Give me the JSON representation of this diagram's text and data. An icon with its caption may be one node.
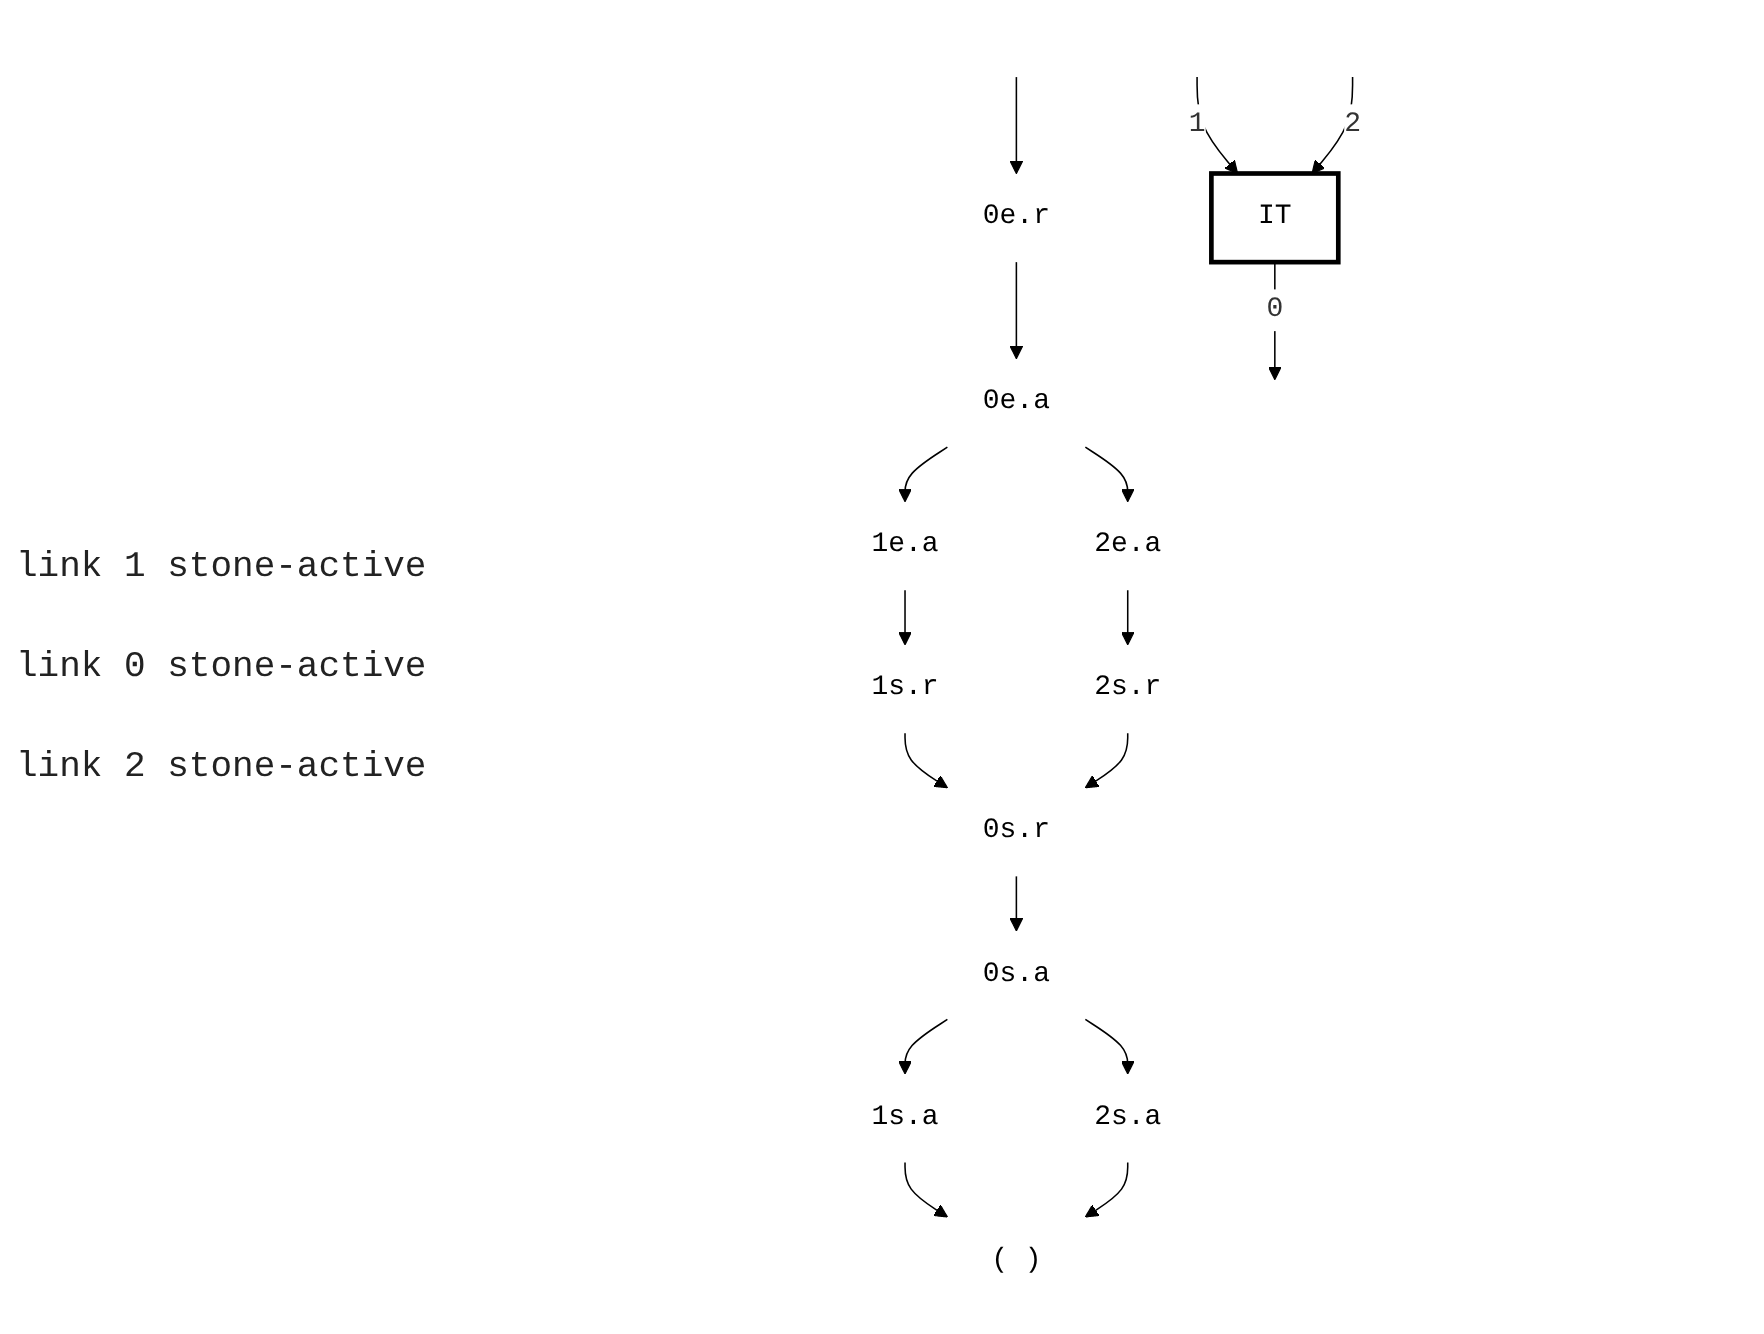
{
  "diagram": {
    "nodes": [
      {
        "text": [
          "IT"
        ]
      },
      {
        "text": [
          "0e.r"
        ]
      },
      {
        "text": [
          "0e.a"
        ]
      },
      {
        "text": [
          "1e.a"
        ]
      },
      {
        "text": [
          "2e.a"
        ]
      },
      {
        "text": [
          "1s.r"
        ]
      },
      {
        "text": [
          "2s.r"
        ]
      },
      {
        "text": [
          "0s.r"
        ]
      },
      {
        "text": [
          "0s.a"
        ]
      },
      {
        "text": [
          "1s.a"
        ]
      },
      {
        "text": [
          "2s.a"
        ]
      },
      {
        "text": [
          "( )"
        ]
      }
    ],
    "edges": [
      {
        "from": null,
        "to": 0,
        "arrow": "to",
        "label": "1"
      },
      {
        "from": null,
        "to": 0,
        "arrow": "to",
        "label": "2"
      },
      {
        "from": 0,
        "to": null,
        "arrow": "to",
        "label": "0"
      },
      {
        "from": null,
        "to": 1,
        "arrow": "to"
      },
      {
        "from": 1,
        "to": 2,
        "arrow": "to"
      },
      {
        "from": 2,
        "to": 3,
        "arrow": "to"
      },
      {
        "from": 2,
        "to": 4,
        "arrow": "to"
      },
      {
        "from": 3,
        "to": 5,
        "arrow": "to"
      },
      {
        "from": 4,
        "to": 6,
        "arrow": "to"
      },
      {
        "from": 5,
        "to": 7,
        "arrow": "to"
      },
      {
        "from": 6,
        "to": 7,
        "arrow": "to"
      },
      {
        "from": 7,
        "to": 8,
        "arrow": "to"
      },
      {
        "from": 8,
        "to": 9,
        "arrow": "to"
      },
      {
        "from": 8,
        "to": 10,
        "arrow": "to"
      },
      {
        "from": 9,
        "to": 11,
        "arrow": "to"
      },
      {
        "from": 10,
        "to": 11,
        "arrow": "to"
      }
    ],
    "labels": [
      "link 1 stone-active",
      "link 0 stone-active",
      "link 2 stone-active"
    ]
  }
}
